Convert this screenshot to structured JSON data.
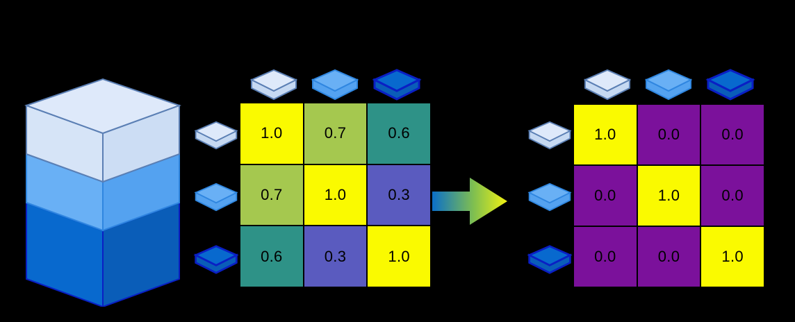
{
  "figure": {
    "background_color": "#000000",
    "title": ""
  },
  "layers": {
    "names": [
      "layer-light",
      "layer-medium",
      "layer-dark"
    ],
    "colors": {
      "light_fill": "#D6E4F7",
      "light_side": "#C6D9F2",
      "light_stroke": "#5B7FB4",
      "medium_fill": "#69B0F5",
      "medium_side": "#54A2F0",
      "medium_stroke": "#2F86E0",
      "dark_fill": "#0869CE",
      "dark_side": "#0A5DB8",
      "dark_stroke": "#0A1FC4"
    }
  },
  "stack": {
    "name": "stacked-layer-cube",
    "segments": [
      {
        "id": "top-segment",
        "icon": "slab-light",
        "color": "#D6E4F7"
      },
      {
        "id": "middle-segment",
        "icon": "slab-medium",
        "color": "#69B0F5"
      },
      {
        "id": "bottom-segment",
        "icon": "slab-dark",
        "color": "#0869CE"
      }
    ]
  },
  "arrow": {
    "name": "transform-arrow",
    "direction": "right",
    "gradient_start": "#0B6FC8",
    "gradient_mid": "#7FBF50",
    "gradient_end": "#F2F212"
  },
  "colormap": {
    "name": "viridis",
    "stops": {
      "0.0": "#7B119B",
      "0.3": "#5A5BBF",
      "0.6": "#2E9287",
      "0.7": "#A5C84F",
      "1.0": "#FAFA00"
    }
  },
  "matrix_left": {
    "name": "similarity-matrix-before",
    "row_icons": [
      "slab-light",
      "slab-medium",
      "slab-dark"
    ],
    "column_icons": [
      "slab-light",
      "slab-medium",
      "slab-dark"
    ],
    "values": [
      [
        "1.0",
        "0.7",
        "0.6"
      ],
      [
        "0.7",
        "1.0",
        "0.3"
      ],
      [
        "0.6",
        "0.3",
        "1.0"
      ]
    ],
    "cell_colors": [
      [
        "#FAFA00",
        "#A5C84F",
        "#2E9287"
      ],
      [
        "#A5C84F",
        "#FAFA00",
        "#5A5BBF"
      ],
      [
        "#2E9287",
        "#5A5BBF",
        "#FAFA00"
      ]
    ]
  },
  "matrix_right": {
    "name": "similarity-matrix-after",
    "row_icons": [
      "slab-light",
      "slab-medium",
      "slab-dark"
    ],
    "column_icons": [
      "slab-light",
      "slab-medium",
      "slab-dark"
    ],
    "values": [
      [
        "1.0",
        "0.0",
        "0.0"
      ],
      [
        "0.0",
        "1.0",
        "0.0"
      ],
      [
        "0.0",
        "0.0",
        "1.0"
      ]
    ],
    "cell_colors": [
      [
        "#FAFA00",
        "#7B119B",
        "#7B119B"
      ],
      [
        "#7B119B",
        "#FAFA00",
        "#7B119B"
      ],
      [
        "#7B119B",
        "#7B119B",
        "#FAFA00"
      ]
    ]
  },
  "chart_data": {
    "type": "heatmap",
    "title": "",
    "panels": [
      {
        "name": "before",
        "categories_x": [
          "light",
          "medium",
          "dark"
        ],
        "categories_y": [
          "light",
          "medium",
          "dark"
        ],
        "values": [
          [
            1.0,
            0.7,
            0.6
          ],
          [
            0.7,
            1.0,
            0.3
          ],
          [
            0.6,
            0.3,
            1.0
          ]
        ],
        "colormap": "viridis",
        "vmin": 0.0,
        "vmax": 1.0
      },
      {
        "name": "after",
        "categories_x": [
          "light",
          "medium",
          "dark"
        ],
        "categories_y": [
          "light",
          "medium",
          "dark"
        ],
        "values": [
          [
            1.0,
            0.0,
            0.0
          ],
          [
            0.0,
            1.0,
            0.0
          ],
          [
            0.0,
            0.0,
            1.0
          ]
        ],
        "colormap": "viridis",
        "vmin": 0.0,
        "vmax": 1.0
      }
    ],
    "xlabel": "",
    "ylabel": "",
    "legend": "none",
    "grid": false
  }
}
